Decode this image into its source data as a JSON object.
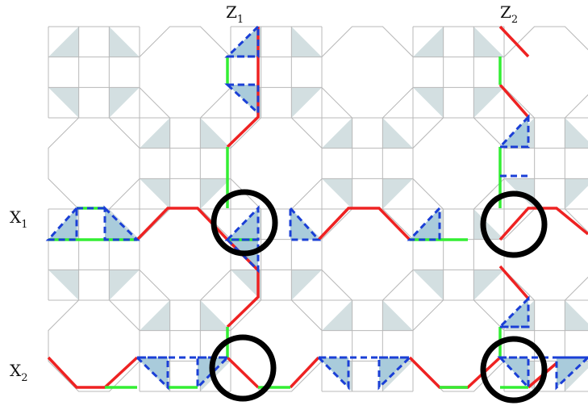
{
  "labels": {
    "z1": {
      "main": "Z",
      "sub": "1"
    },
    "z2": {
      "main": "Z",
      "sub": "2"
    },
    "x1": {
      "main": "X",
      "sub": "1"
    },
    "x2": {
      "main": "X",
      "sub": "2"
    }
  },
  "colors": {
    "lattice": "#b8b8b8",
    "shade": "#d3dfe1",
    "shade_active": "#a9cbdb",
    "red": "#ee2222",
    "green": "#33ee33",
    "blue_dashed": "#1a3fd6",
    "circle": "#000000"
  },
  "legend_semantics": {
    "lattice_icon": "octagon-square-tiling",
    "circle_icon": "intersection-circle"
  }
}
